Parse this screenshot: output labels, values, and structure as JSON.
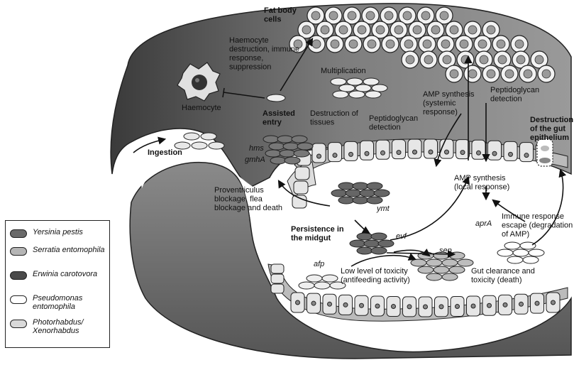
{
  "labels": {
    "fat_body_cells": [
      "Fat body",
      "cells"
    ],
    "haemocyte_destruction": [
      "Haemocyte",
      "destruction, immune",
      "response,",
      "suppression"
    ],
    "haemocyte": "Haemocyte",
    "multiplication": "Multiplication",
    "amp_systemic": [
      "AMP synthesis",
      "(systemic",
      "response)"
    ],
    "pg_detection_top": [
      "Peptidoglycan",
      "detection"
    ],
    "destruction_gut": [
      "Destruction",
      "of the gut",
      "epithelium"
    ],
    "assisted_entry": [
      "Assisted",
      "entry"
    ],
    "destruction_tissues": [
      "Destruction of",
      "tissues"
    ],
    "pg_detection_mid": [
      "Peptidoglycan",
      "detection"
    ],
    "ingestion": "Ingestion",
    "hms": "hms",
    "gmha": "gmhA",
    "proventriculus": [
      "Proventriculus",
      "blockage, flea",
      "blockage and death"
    ],
    "ymt": "ymt",
    "amp_local": [
      "AMP synthesis",
      "(local response)"
    ],
    "immune_escape": [
      "Immune response",
      "escape (degradation",
      "of AMP)"
    ],
    "apra": "aprA",
    "persistence": [
      "Persistence in",
      "the midgut"
    ],
    "evf": "evf",
    "sep": "sep",
    "afp": "afp",
    "low_toxicity": [
      "Low level of toxicity",
      "(antifeeding activity)"
    ],
    "gut_clearance": [
      "Gut clearance and",
      "toxicity (death)"
    ]
  },
  "legend": [
    {
      "label": "Yersinia pestis",
      "color": "#6a6a6a"
    },
    {
      "label": "Serratia entomophila",
      "color": "#b5b5b5"
    },
    {
      "label": "Erwinia carotovora",
      "color": "#4a4a4a"
    },
    {
      "label": "Pseudomonas entomophila",
      "color": "#ffffff"
    },
    {
      "label": "Photorhabdus/ Xenorhabdus",
      "color": "#d9d9d9"
    }
  ]
}
